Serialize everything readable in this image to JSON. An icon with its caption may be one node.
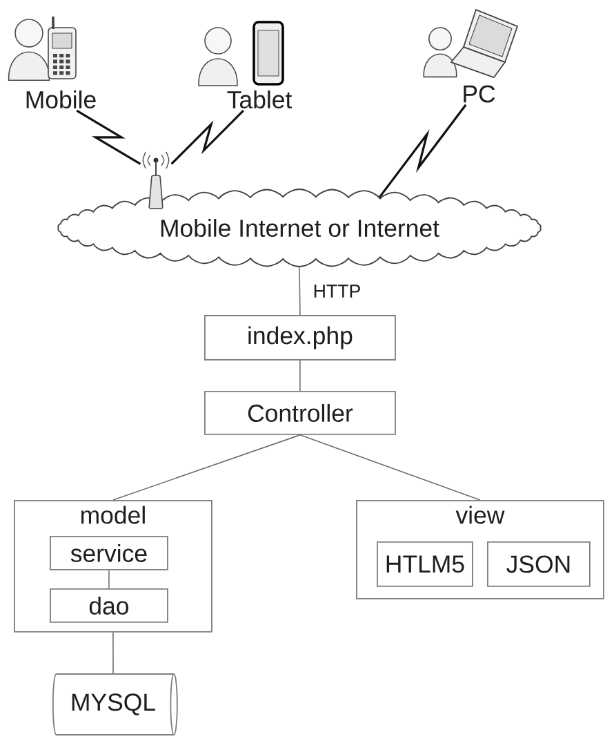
{
  "diagram": {
    "nodes": [
      {
        "text": [
          "Mobile"
        ]
      },
      {
        "text": [
          "Tablet"
        ]
      },
      {
        "text": [
          "PC"
        ]
      },
      {
        "text": [],
        "shape": "picture"
      },
      {
        "text": [
          "Mobile Internet or Internet"
        ]
      },
      {
        "text": [
          "index.php"
        ]
      },
      {
        "text": [
          "Controller"
        ]
      },
      {
        "text": [
          "model"
        ]
      },
      {
        "text": [
          "service"
        ],
        "in": 7
      },
      {
        "text": [
          "dao"
        ],
        "in": 7
      },
      {
        "text": [
          "view"
        ]
      },
      {
        "text": [
          "HTLM5"
        ],
        "in": 10
      },
      {
        "text": [
          "JSON"
        ],
        "in": 10
      },
      {
        "text": [
          "MYSQL"
        ]
      }
    ],
    "edges": [
      {
        "from": 0,
        "to": 3,
        "arrow": "none",
        "color": "#111111"
      },
      {
        "from": 1,
        "to": 3,
        "arrow": "none",
        "color": "#111111"
      },
      {
        "from": 2,
        "to": 4,
        "arrow": "none",
        "color": "#111111"
      },
      {
        "from": 4,
        "to": 5,
        "arrow": "none",
        "label": "HTTP"
      },
      {
        "from": 5,
        "to": 6,
        "arrow": "none"
      },
      {
        "from": 6,
        "to": 7,
        "arrow": "none"
      },
      {
        "from": 6,
        "to": 10,
        "arrow": "none"
      },
      {
        "from": 8,
        "to": 9,
        "arrow": "none"
      },
      {
        "from": 7,
        "to": 13,
        "arrow": "none"
      }
    ]
  }
}
